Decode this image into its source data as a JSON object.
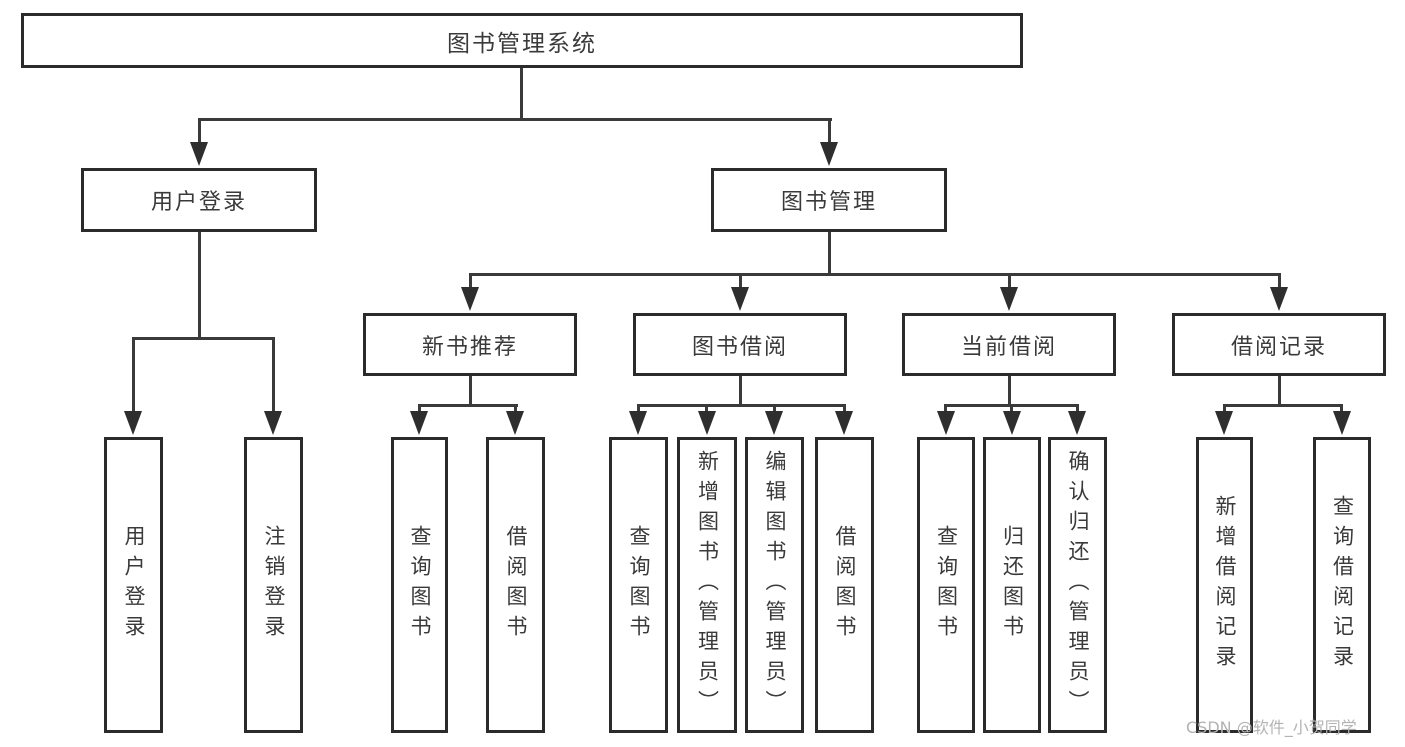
{
  "nodes": {
    "root": "图书管理系统",
    "level2": [
      "用户登录",
      "图书管理"
    ],
    "level3": [
      "新书推荐",
      "图书借阅",
      "当前借阅",
      "借阅记录"
    ],
    "leaves": [
      "用户登录",
      "注销登录",
      "查询图书",
      "借阅图书",
      "查询图书",
      "新增图书（管理员）",
      "编辑图书（管理员）",
      "借阅图书",
      "查询图书",
      "归还图书",
      "确认归还（管理员）",
      "新增借阅记录",
      "查询借阅记录"
    ]
  },
  "structure": {
    "图书管理系统": {
      "用户登录": [
        "用户登录",
        "注销登录"
      ],
      "图书管理": {
        "新书推荐": [
          "查询图书",
          "借阅图书"
        ],
        "图书借阅": [
          "查询图书",
          "新增图书（管理员）",
          "编辑图书（管理员）",
          "借阅图书"
        ],
        "当前借阅": [
          "查询图书",
          "归还图书",
          "确认归还（管理员）"
        ],
        "借阅记录": [
          "新增借阅记录",
          "查询借阅记录"
        ]
      }
    }
  },
  "watermark": "CSDN @软件_小贺同学",
  "colors": {
    "line": "#3a3a3a",
    "box_border": "#2b2b2b",
    "text": "#3a3a3a",
    "watermark": "#b3b3b3",
    "background": "#ffffff"
  }
}
